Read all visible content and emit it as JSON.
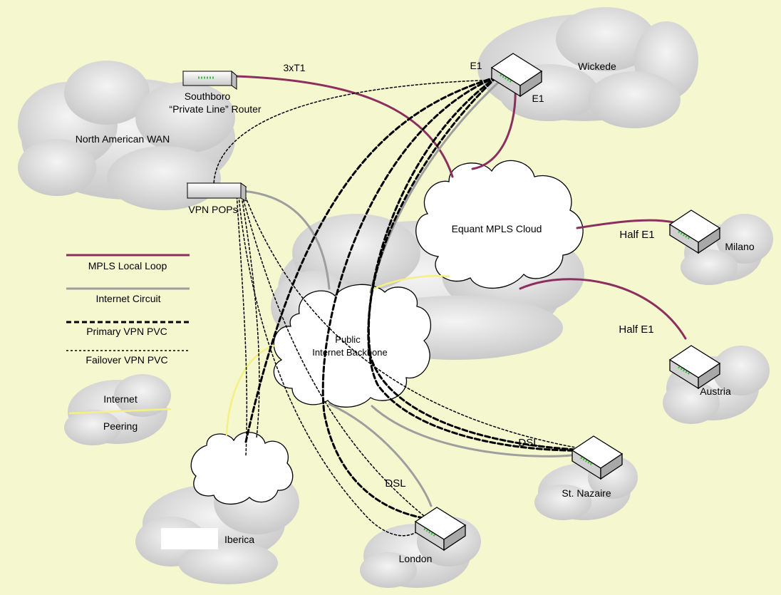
{
  "colors": {
    "background": "#f5f7cf",
    "mpls_local_loop": "#8b2f5e",
    "internet_circuit": "#9e9e9e",
    "internet_peering": "#f4f082",
    "cloud_gray": "#d9d9d9",
    "cloud_white": "#ffffff"
  },
  "sites": {
    "southboro": "Southboro",
    "southboro_sub": "“Private Line” Router",
    "wickede": "Wickede",
    "north_american_wan": "North American WAN",
    "vpn_pops": "VPN POPs",
    "equant": "Equant MPLS Cloud",
    "milano": "Milano",
    "austria": "Austria",
    "public_line1": "Public",
    "public_line2": "Internet Backbone",
    "st_nazaire": "St. Nazaire",
    "london": "London",
    "iberica": "Iberica"
  },
  "links": {
    "three_t1": "3xT1",
    "e1_top": "E1",
    "e1_right": "E1",
    "half_e1_milano": "Half E1",
    "half_e1_austria": "Half E1",
    "dsl_nazaire": "DSL",
    "dsl_london": "DSL"
  },
  "legend": {
    "mpls_local_loop": "MPLS Local Loop",
    "internet_circuit": "Internet Circuit",
    "primary_vpn": "Primary VPN PVC",
    "failover_vpn": "Failover VPN PVC",
    "internet": "Internet",
    "peering": "Peering"
  }
}
